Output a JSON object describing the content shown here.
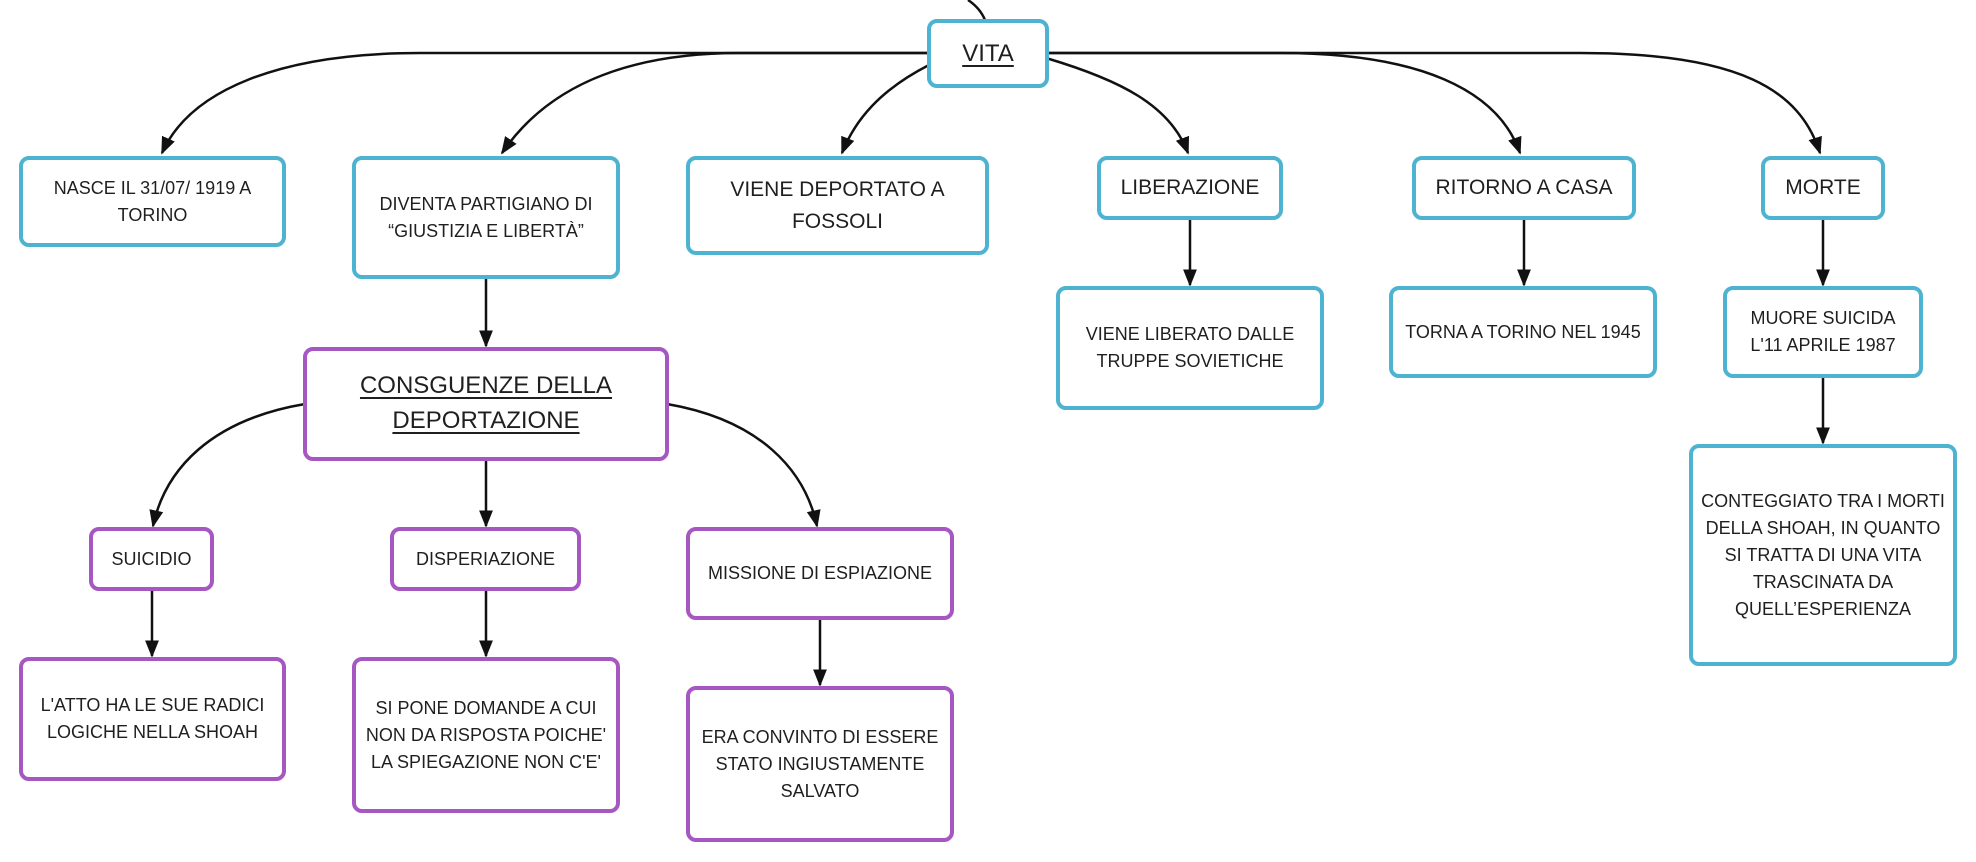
{
  "colors": {
    "blue": "#4db3d1",
    "purple": "#a657c2",
    "line": "#111111"
  },
  "nodes": {
    "vita": "VITA",
    "nasce": "NASCE IL 31/07/ 1919 A TORINO",
    "partigiano": "DIVENTA PARTIGIANO DI “GIUSTIZIA E LIBERTÀ”",
    "deportato": "VIENE DEPORTATO A FOSSOLI",
    "liberazione": "LIBERAZIONE",
    "ritorno": "RITORNO A CASA",
    "morte": "MORTE",
    "liberato": "VIENE LIBERATO DALLE TRUPPE SOVIETICHE",
    "torna": "TORNA A TORINO NEL 1945",
    "suicida": "MUORE SUICIDA L'11 APRILE 1987",
    "conteggiato": "CONTEGGIATO TRA I MORTI DELLA SHOAH, IN QUANTO SI TRATTA DI UNA VITA TRASCINATA DA QUELL’ESPERIENZA",
    "conseguenze": "CONSGUENZE DELLA DEPORTAZIONE",
    "suicidio": "SUICIDIO",
    "disperiazione": "DISPERIAZIONE",
    "missione": "MISSIONE DI ESPIAZIONE",
    "atto": "L'ATTO HA LE SUE RADICI LOGICHE NELLA SHOAH",
    "domande": "SI PONE DOMANDE A CUI NON DA RISPOSTA POICHE' LA SPIEGAZIONE NON C'E'",
    "convinto": "ERA CONVINTO DI ESSERE STATO INGIUSTAMENTE SALVATO"
  }
}
